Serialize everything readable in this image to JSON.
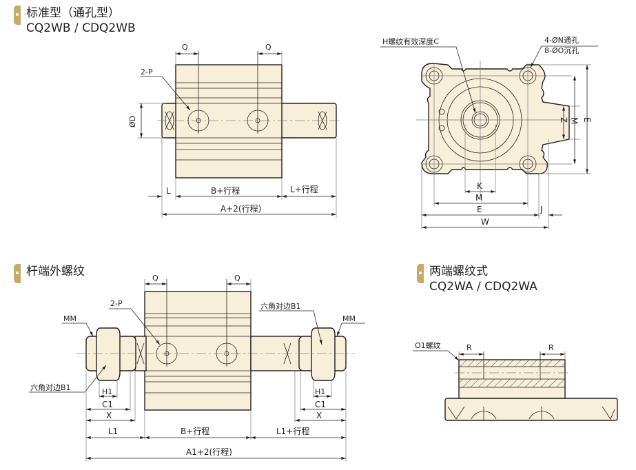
{
  "sections": [
    {
      "title": "标准型（通孔型）",
      "model": "CQ2WB / CDQ2WB"
    },
    {
      "title": "杆端外螺纹",
      "model": ""
    },
    {
      "title": "两端螺纹式",
      "model": "CQ2WA / CDQ2WA"
    }
  ],
  "standard_view": {
    "q_left": "Q",
    "q_right": "Q",
    "port": "2-P",
    "rod_dia": "ØD",
    "dim_l": "L",
    "dim_b": "B+行程",
    "dim_l_stroke": "L+行程",
    "dim_a": "A+2(行程)"
  },
  "end_view": {
    "thread_note": "H螺纹有效深度C",
    "holes_through": "4-ØN通孔",
    "holes_counter": "8-ØO沉孔",
    "dim_z": "Z",
    "dim_m_v": "M",
    "dim_e_v": "E",
    "dim_k": "K",
    "dim_m": "M",
    "dim_e": "E",
    "dim_j": "J",
    "dim_w": "W"
  },
  "rod_thread_view": {
    "q_left": "Q",
    "q_right": "Q",
    "port": "2-P",
    "mm_left": "MM",
    "mm_right": "MM",
    "hex_left": "六角对边B1",
    "hex_right": "六角对边B1",
    "h1_left": "H1",
    "c1_left": "C1",
    "x_left": "X",
    "l1": "L1",
    "h1_right": "H1",
    "c1_right": "C1",
    "x_right": "X",
    "dim_b": "B+行程",
    "dim_l1_stroke": "L1+行程",
    "dim_a1": "A1+2(行程)"
  },
  "both_thread_view": {
    "thread_note": "O1螺纹",
    "r_left": "R",
    "r_right": "R"
  }
}
